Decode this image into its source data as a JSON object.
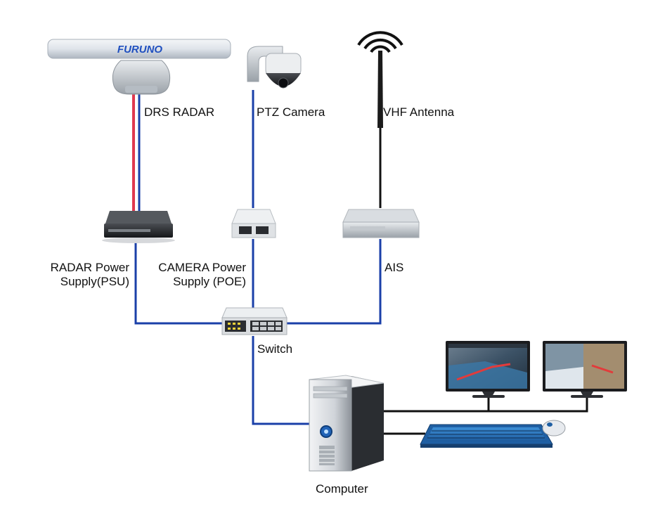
{
  "radar_brand": "FURUNO",
  "labels": {
    "radar": "DRS RADAR",
    "camera": "PTZ Camera",
    "vhf": "VHF Antenna",
    "psu_line1": "RADAR Power",
    "psu_line2": "Supply(PSU)",
    "poe_line1": "CAMERA Power",
    "poe_line2": "Supply (POE)",
    "ais": "AIS",
    "switch": "Switch",
    "computer": "Computer"
  },
  "colors": {
    "network_cable": "#1a3fa8",
    "power_cable": "#e0384f",
    "control_cable": "#111111"
  }
}
